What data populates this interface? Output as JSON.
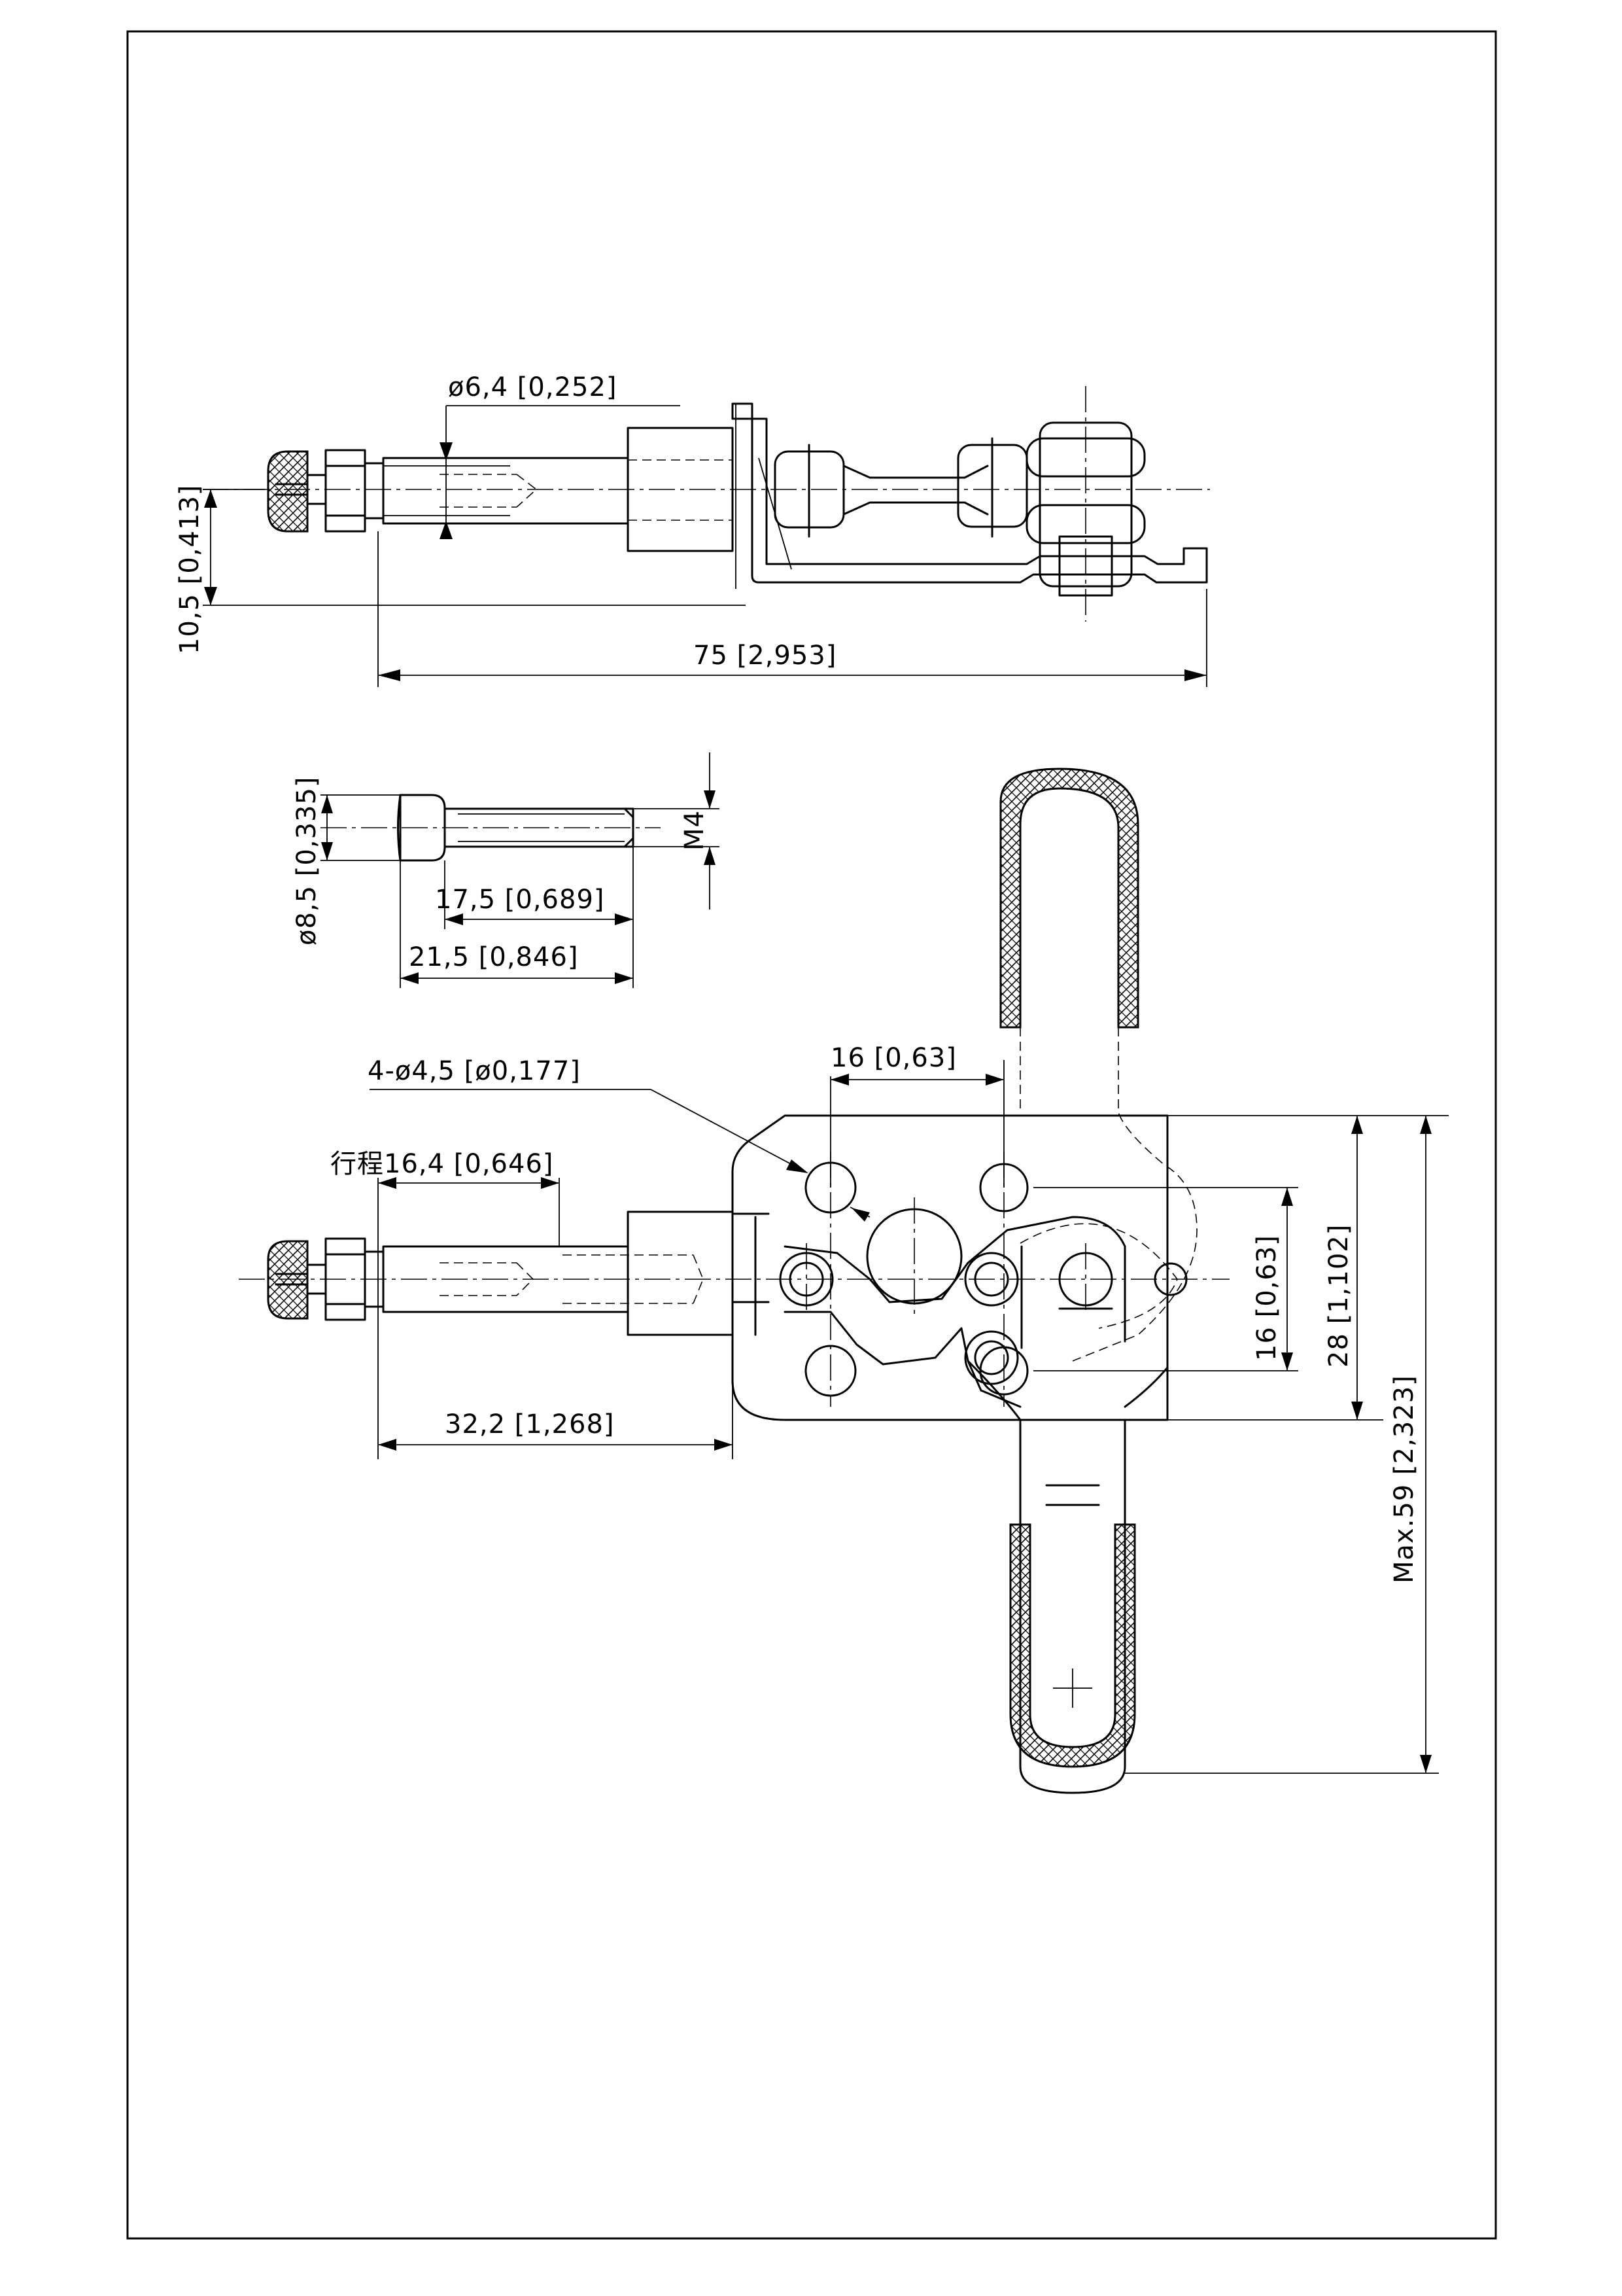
{
  "dimensions": {
    "rod_diameter": "ø6,4 [0,252]",
    "axis_offset": "10,5 [0,413]",
    "overall_length": "75 [2,953]",
    "bolt_head_diameter": "ø8,5 [0,335]",
    "thread_size": "M4",
    "bolt_thread_length": "17,5 [0,689]",
    "bolt_total_length": "21,5 [0,846]",
    "mounting_holes": "4-ø4,5 [ø0,177]",
    "hole_spacing_h": "16 [0,63]",
    "stroke": "行程16,4 [0,646]",
    "hole_spacing_v": "16 [0,63]",
    "base_height": "28 [1,102]",
    "max_height": "Max.59 [2,323]",
    "base_offset": "32,2 [1,268]"
  }
}
